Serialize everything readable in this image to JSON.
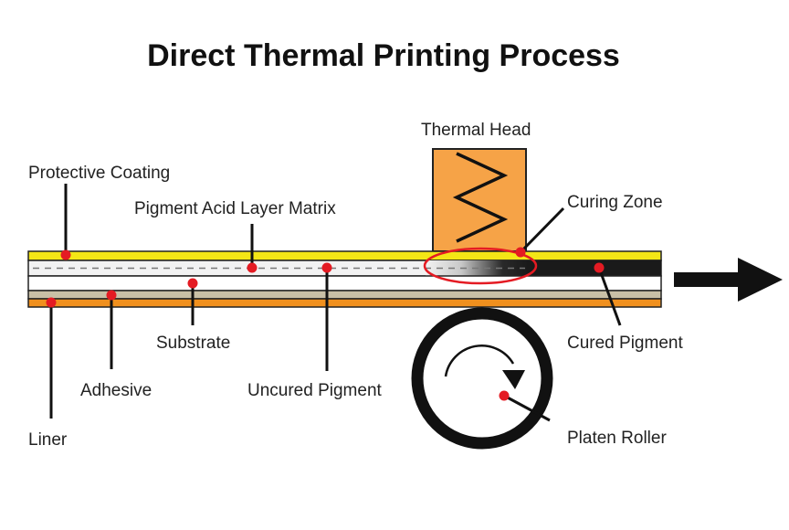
{
  "title": "Direct Thermal Printing Process",
  "labels": {
    "thermal_head": "Thermal Head",
    "protective_coating": "Protective Coating",
    "pigment_acid_layer_matrix": "Pigment Acid Layer Matrix",
    "curing_zone": "Curing Zone",
    "cured_pigment": "Cured Pigment",
    "substrate": "Substrate",
    "adhesive": "Adhesive",
    "uncured_pigment": "Uncured Pigment",
    "liner": "Liner",
    "platen_roller": "Platen Roller"
  },
  "colors": {
    "protective_coating": "#f4e616",
    "pigment_matrix": "#f2f2f2",
    "cured_pigment": "#1a1a1a",
    "adhesive": "#c9c0a6",
    "liner": "#f0901e",
    "thermal_head": "#f6a347",
    "callout_dot": "#e41b23",
    "curing_zone_outline": "#e41b23",
    "ink": "#111111"
  },
  "icons": [
    "zigzag-heating-element-icon",
    "rotation-arrow-icon",
    "direction-arrow-icon"
  ]
}
